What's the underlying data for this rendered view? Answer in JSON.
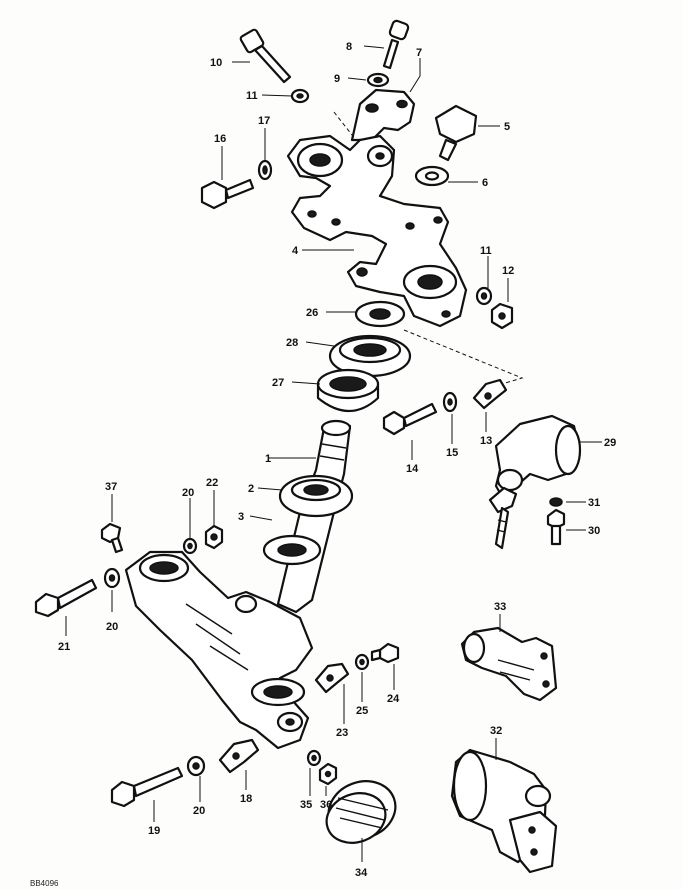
{
  "diagram": {
    "reference_code": "BB4096",
    "callouts": [
      {
        "id": "c1",
        "label": "1"
      },
      {
        "id": "c2",
        "label": "2"
      },
      {
        "id": "c3",
        "label": "3"
      },
      {
        "id": "c4",
        "label": "4"
      },
      {
        "id": "c5",
        "label": "5"
      },
      {
        "id": "c6",
        "label": "6"
      },
      {
        "id": "c7",
        "label": "7"
      },
      {
        "id": "c8",
        "label": "8"
      },
      {
        "id": "c9",
        "label": "9"
      },
      {
        "id": "c10",
        "label": "10"
      },
      {
        "id": "c11a",
        "label": "11"
      },
      {
        "id": "c11b",
        "label": "11"
      },
      {
        "id": "c12",
        "label": "12"
      },
      {
        "id": "c13",
        "label": "13"
      },
      {
        "id": "c14",
        "label": "14"
      },
      {
        "id": "c15",
        "label": "15"
      },
      {
        "id": "c16",
        "label": "16"
      },
      {
        "id": "c17",
        "label": "17"
      },
      {
        "id": "c18",
        "label": "18"
      },
      {
        "id": "c19",
        "label": "19"
      },
      {
        "id": "c20a",
        "label": "20"
      },
      {
        "id": "c20b",
        "label": "20"
      },
      {
        "id": "c20c",
        "label": "20"
      },
      {
        "id": "c21",
        "label": "21"
      },
      {
        "id": "c22",
        "label": "22"
      },
      {
        "id": "c23",
        "label": "23"
      },
      {
        "id": "c24",
        "label": "24"
      },
      {
        "id": "c25",
        "label": "25"
      },
      {
        "id": "c26",
        "label": "26"
      },
      {
        "id": "c27",
        "label": "27"
      },
      {
        "id": "c28",
        "label": "28"
      },
      {
        "id": "c29",
        "label": "29"
      },
      {
        "id": "c30",
        "label": "30"
      },
      {
        "id": "c31",
        "label": "31"
      },
      {
        "id": "c32",
        "label": "32"
      },
      {
        "id": "c33",
        "label": "33"
      },
      {
        "id": "c34",
        "label": "34"
      },
      {
        "id": "c35",
        "label": "35"
      },
      {
        "id": "c36",
        "label": "36"
      },
      {
        "id": "c37",
        "label": "37"
      }
    ]
  }
}
